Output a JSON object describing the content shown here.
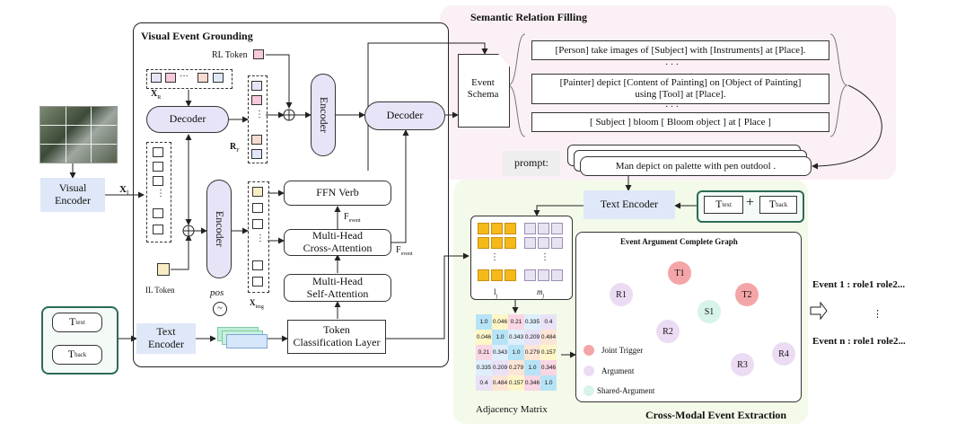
{
  "panels": {
    "visual_event_grounding": "Visual Event Grounding",
    "semantic_relation_filling": "Semantic Relation Filling",
    "cross_modal_event_extraction": "Cross-Modal Event Extraction"
  },
  "left": {
    "visual_encoder": "Visual\nEncoder",
    "x_i": "X",
    "x_i_sub": "I",
    "text_encoder": "Text\nEncoder",
    "t_text": "T",
    "t_text_sub": "text",
    "t_back": "T",
    "t_back_sub": "back"
  },
  "grounding": {
    "x_r": "X",
    "x_r_sub": "R",
    "rl_token": "RL Token",
    "r_f": "R",
    "r_f_sub": "F",
    "decoder_left": "Decoder",
    "encoder_top": "Encoder",
    "decoder_right": "Decoder",
    "encoder_mid": "Encoder",
    "il_token": "IL Token",
    "pos": "pos",
    "x_img": "X",
    "x_img_sub": "img",
    "ffn_verb": "FFN Verb",
    "f_event_1": "F",
    "f_event_1_sub": "event",
    "cross_attention": "Multi-Head\nCross-Attention",
    "f_event_2": "F",
    "f_event_2_sub": "event",
    "self_attention": "Multi-Head\nSelf-Attention",
    "token_classification": "Token\nClassification Layer"
  },
  "semantic": {
    "event_schema": "Event\nSchema",
    "templates": [
      "[Person] take images of [Subject] with [Instruments] at [Place].",
      "[Painter] depict [Content of Painting] on [Object of Painting]\nusing [Tool] at [Place].",
      "[ Subject ] bloom [ Bloom object ] at [ Place ]"
    ],
    "dots": "·   ·   ·",
    "prompt_label": "prompt:",
    "prompt_text": "Man depict on palette with pen outdool ."
  },
  "extraction": {
    "text_encoder": "Text Encoder",
    "t_text": "T",
    "t_text_sub": "text",
    "plus": "+",
    "t_back": "T",
    "t_back_sub": "back",
    "l_j": "l",
    "l_j_sub": "j",
    "m_j": "m",
    "m_j_sub": "j",
    "adjacency_label": "Adjacency Matrix",
    "matrix": [
      [
        "1.0",
        "0.046",
        "0.21",
        "0.335",
        "0.4"
      ],
      [
        "0.046",
        "1.0",
        "0.343",
        "0.209",
        "0.484"
      ],
      [
        "0.21",
        "0.343",
        "1.0",
        "0.279",
        "0.157"
      ],
      [
        "0.335",
        "0.209",
        "0.279",
        "1.0",
        "0.346"
      ],
      [
        "0.4",
        "0.484",
        "0.157",
        "0.346",
        "1.0"
      ]
    ],
    "graph_title": "Event Argument Complete Graph",
    "nodes": [
      "T1",
      "T2",
      "R1",
      "R2",
      "S1",
      "R3",
      "R4"
    ],
    "legend": [
      "Joint Trigger",
      "Argument",
      "Shared-Argument"
    ],
    "colors": {
      "trigger": "#f4a5a8",
      "argument": "#ebdcf3",
      "shared": "#d7f3ea"
    }
  },
  "output": {
    "event_1": "Event 1 : role1 role2...",
    "dots": "⋮",
    "event_n": "Event n : role1 role2..."
  }
}
